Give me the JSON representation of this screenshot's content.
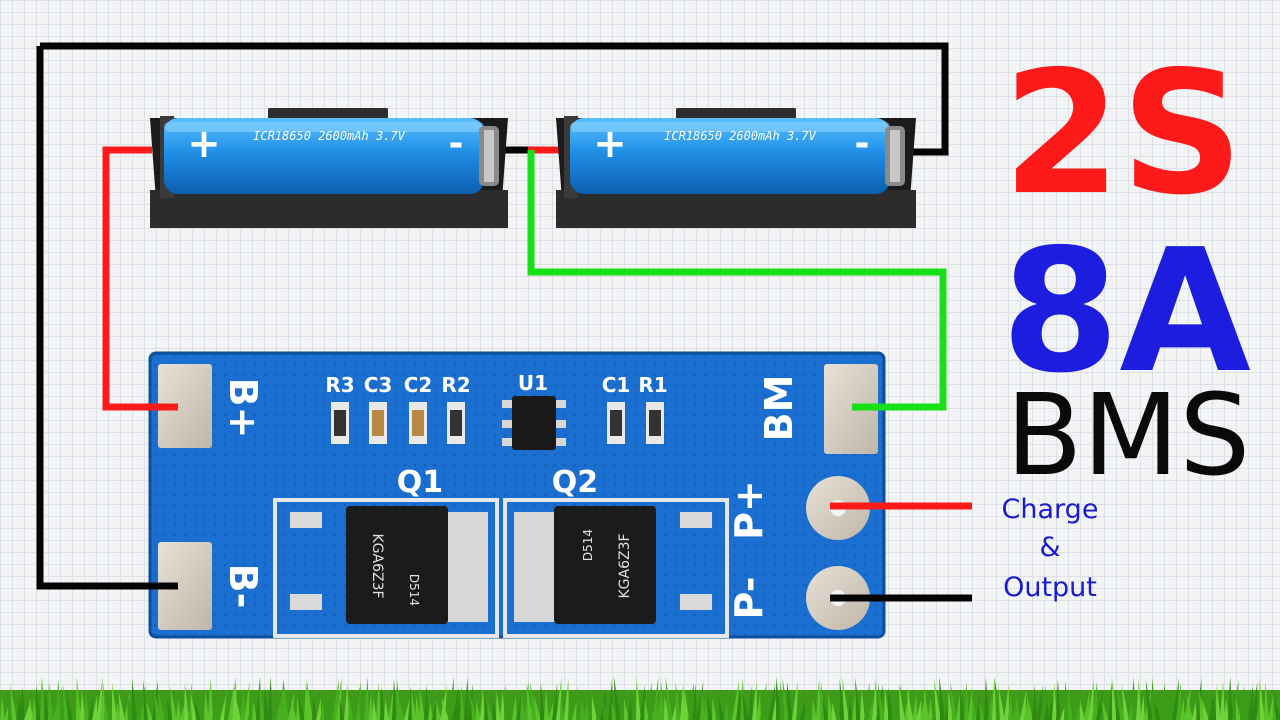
{
  "title": {
    "line1": "2S",
    "line2": "8A",
    "line3": "BMS",
    "colors": {
      "line1": "#ff1a1a",
      "line2": "#1d1de0",
      "line3": "#0a0a0a"
    }
  },
  "batteries": [
    {
      "label": "ICR18650 2600mAh 3.7V",
      "plus": "+",
      "minus": "-"
    },
    {
      "label": "ICR18650 2600mAh 3.7V",
      "plus": "+",
      "minus": "-"
    }
  ],
  "pcb": {
    "pads": {
      "b_plus": "B+",
      "b_minus": "B-",
      "bm": "BM",
      "p_plus": "P+",
      "p_minus": "P-"
    },
    "components": {
      "r3": "R3",
      "c3": "C3",
      "c2": "C2",
      "r2": "R2",
      "u1": "U1",
      "c1": "C1",
      "r1": "R1"
    },
    "mosfets": [
      {
        "label": "Q1",
        "marking": "KGA6Z3F",
        "code": "D514"
      },
      {
        "label": "Q2",
        "marking": "KGA6Z3F",
        "code": "D514"
      }
    ]
  },
  "output_label": {
    "line1": "Charge",
    "line2": "&",
    "line3": "Output"
  },
  "colors": {
    "wire_red": "#ff1a1a",
    "wire_green": "#18e018",
    "wire_black": "#050505",
    "pcb": "#1b6fd0",
    "battery": "#1f8fe6",
    "label_blue": "#1a1ad0"
  }
}
